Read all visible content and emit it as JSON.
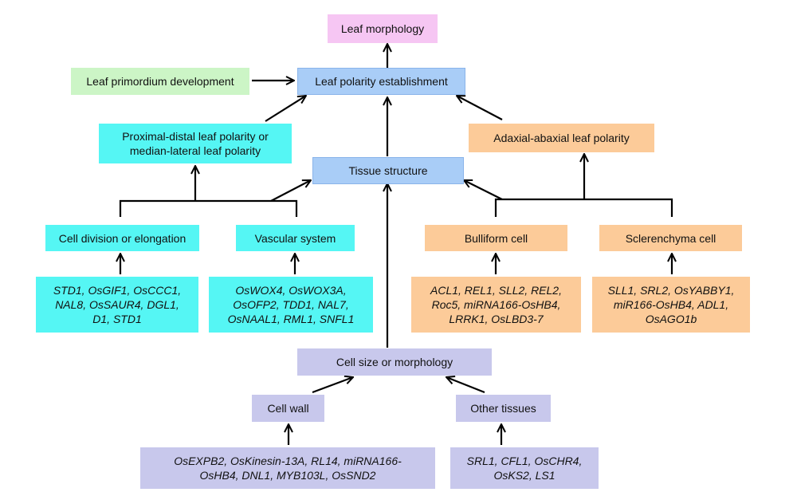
{
  "nodes": {
    "leaf_morphology": "Leaf morphology",
    "leaf_primordium": "Leaf primordium development",
    "leaf_polarity": "Leaf polarity establishment",
    "proximal_distal": {
      "line1": "Proximal-distal leaf polarity or",
      "line2": "median-lateral leaf polarity"
    },
    "adaxial_abaxial": "Adaxial-abaxial leaf polarity",
    "tissue_structure": "Tissue structure",
    "cell_division": "Cell division or elongation",
    "vascular_system": "Vascular system",
    "bulliform_cell": "Bulliform cell",
    "sclerenchyma_cell": "Sclerenchyma cell",
    "cell_size": "Cell size or morphology",
    "cell_wall": "Cell wall",
    "other_tissues": "Other tissues"
  },
  "genes": {
    "cell_division": [
      "STD1, OsGIF1, OsCCC1,",
      "NAL8, OsSAUR4, DGL1,",
      "D1, STD1"
    ],
    "vascular_system": [
      "OsWOX4, OsWOX3A,",
      "OsOFP2, TDD1, NAL7,",
      "OsNAAL1, RML1, SNFL1"
    ],
    "bulliform_cell": [
      "ACL1, REL1, SLL2, REL2,",
      "Roc5, miRNA166-OsHB4,",
      "LRRK1, OsLBD3-7"
    ],
    "sclerenchyma_cell": [
      "SLL1, SRL2, OsYABBY1,",
      "miR166-OsHB4, ADL1,",
      "OsAGO1b"
    ],
    "cell_wall": [
      "OsEXPB2, OsKinesin-13A, RL14, miRNA166-",
      "OsHB4, DNL1, MYB103L, OsSND2"
    ],
    "other_tissues": [
      "SRL1, CFL1, OsCHR4,",
      "OsKS2, LS1"
    ]
  },
  "colors": {
    "pink": "#f6c6f3",
    "green": "#ccf5c6",
    "blue": "#a9cdf7",
    "cyan": "#55f6f4",
    "orange": "#fccb99",
    "violet": "#c8c8ec",
    "line": "#000000"
  }
}
